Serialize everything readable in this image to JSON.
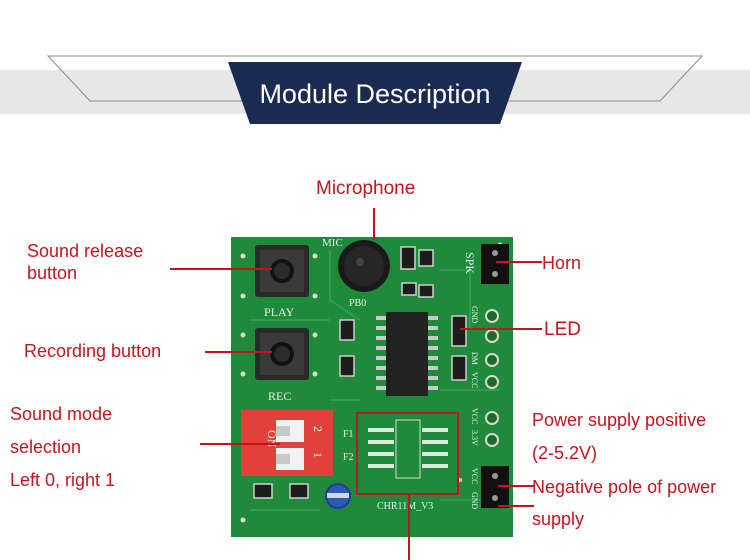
{
  "header": {
    "title": "Module Description"
  },
  "callouts": {
    "microphone": "Microphone",
    "sound_release_line1": "Sound release",
    "sound_release_line2": "button",
    "recording": "Recording button",
    "mode_line1": "Sound mode",
    "mode_line2": "selection",
    "mode_line3": "Left 0, right 1",
    "horn": "Horn",
    "led": "LED",
    "power_pos_line1": "Power supply positive",
    "power_pos_line2": "(2-5.2V)",
    "power_neg_line1": "Negative pole of power",
    "power_neg_line2": "supply"
  },
  "silkscreen": {
    "mic": "MIC",
    "play": "PLAY",
    "rec": "REC",
    "spk": "SPK",
    "pb0": "PB0",
    "f1": "F1",
    "f2": "F2",
    "on": "ON",
    "dip_1": "1",
    "dip_2": "2",
    "gnd_top": "GND",
    "dm": "DM",
    "vcc_mid": "VCC",
    "v33": "3.3V",
    "vcc": "VCC",
    "vcc_low": "VCC",
    "gnd_low": "GND",
    "board_name": "CHR11M_V3"
  },
  "colors": {
    "accent_red": "#c4141c",
    "banner_navy": "#1a2b52",
    "pcb_green": "#1f8a3c"
  }
}
